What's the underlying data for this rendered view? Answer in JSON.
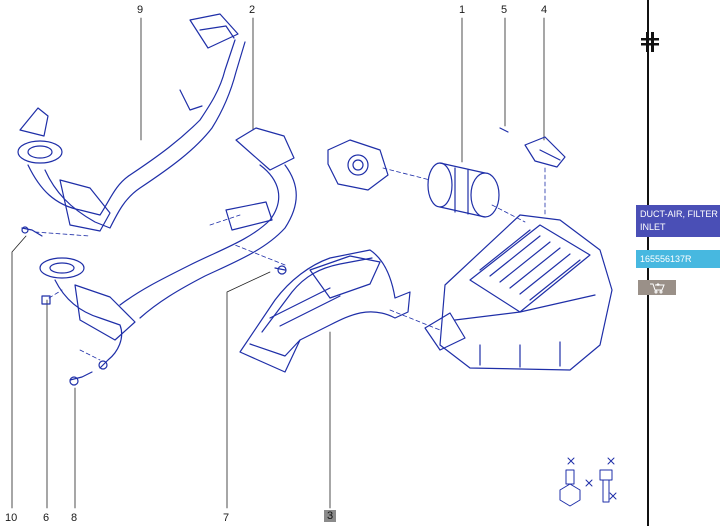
{
  "callouts": {
    "c1": "1",
    "c2": "2",
    "c3": "3",
    "c4": "4",
    "c5": "5",
    "c6": "6",
    "c7": "7",
    "c8": "8",
    "c9": "9",
    "c10": "10"
  },
  "side_panel": {
    "part_name": "DUCT-AIR, FILTER INLET",
    "part_number": "165556137R",
    "cart_icon": "cart-plus-icon",
    "snip_icon": "cut-marker-icon"
  },
  "colors": {
    "line": "#1f2fa8",
    "part_name_bg": "#4a4fb6",
    "part_number_bg": "#47b8e0",
    "cart_bg": "#9a9088",
    "highlight": "#8a8a8a"
  }
}
